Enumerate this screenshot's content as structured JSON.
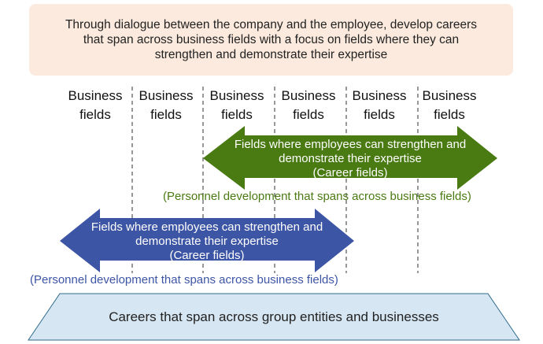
{
  "header": {
    "text": "Through dialogue between the company and the employee, develop careers that span across business fields with a focus on fields where they can strengthen and demonstrate their expertise"
  },
  "columns": [
    "Business fields",
    "Business fields",
    "Business fields",
    "Business fields",
    "Business fields",
    "Business fields"
  ],
  "green_arrow": {
    "text": "Fields where employees can strengthen and demonstrate their expertise",
    "sub": "(Career fields)",
    "caption": "(Personnel development that spans across business fields)",
    "color": "#4a7a12"
  },
  "blue_arrow": {
    "text": "Fields where employees can strengthen and demonstrate their expertise",
    "sub": "(Career fields)",
    "caption": "(Personnel development that spans across business fields)",
    "color": "#3d55a5"
  },
  "base": {
    "text": "Careers that span across group entities and businesses",
    "color": "#d6e6f2"
  }
}
